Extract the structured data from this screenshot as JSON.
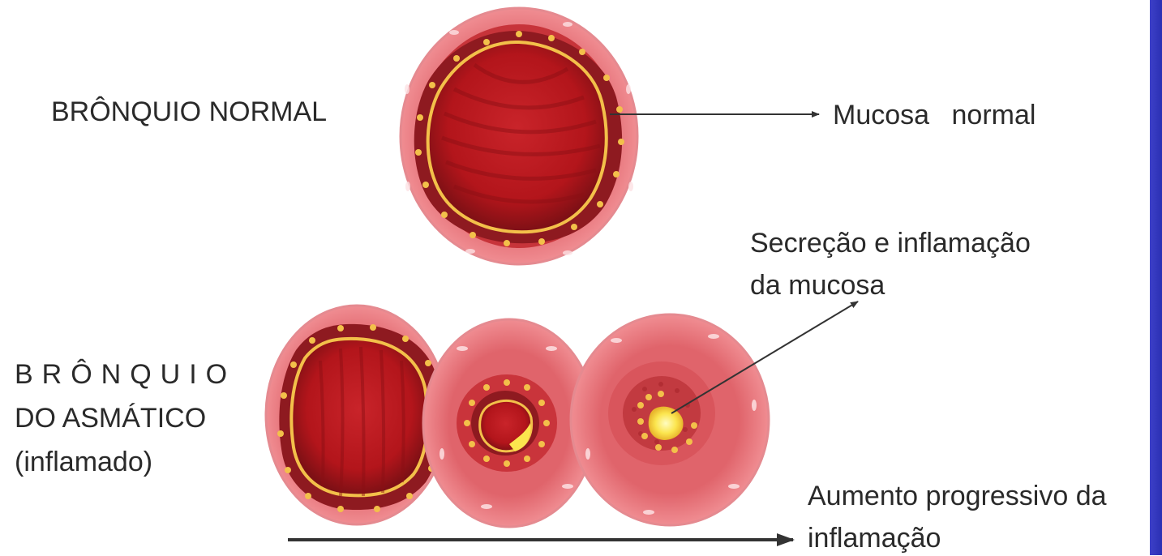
{
  "labels": {
    "normal_bronchus": "BRÔNQUIO NORMAL",
    "asthmatic_line1": "BRÔNQUIO",
    "asthmatic_line2": "DO ASMÁTICO",
    "asthmatic_line3": "(inflamado)",
    "normal_mucosa": "Mucosa normal",
    "secretion_line1": "Secreção e inflamação",
    "secretion_line2": "da mucosa",
    "progression_line1": "Aumento progressivo da",
    "progression_line2": "inflamação"
  },
  "colors": {
    "outer_wall": "#e97f86",
    "wall_mid": "#d9555c",
    "mucosa_dark": "#8e1a20",
    "lumen": "#b3151b",
    "epithelium": "#f3c04a",
    "secretion": "#fbe54e",
    "arrow": "#333333",
    "slide_edge": "#2f33bd"
  }
}
